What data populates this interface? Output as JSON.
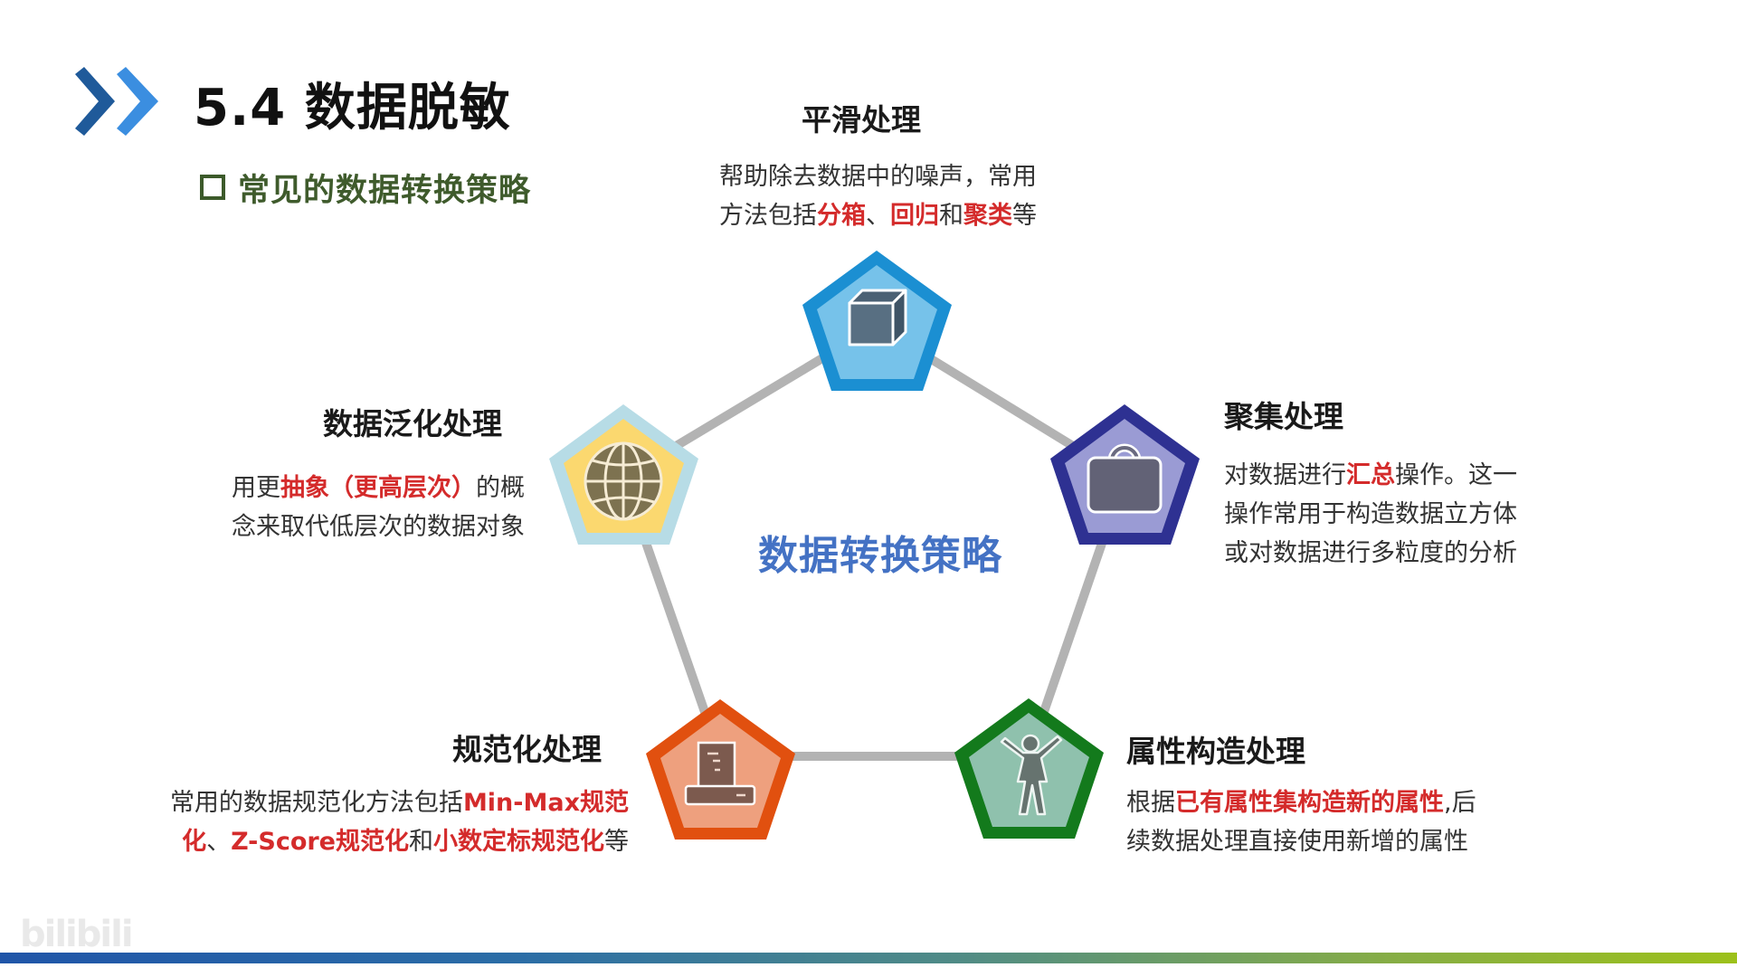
{
  "header": {
    "title": "5.4 数据脱敏",
    "subtitle": "常见的数据转换策略",
    "chevron_icon": "double-chevron-right-icon"
  },
  "diagram": {
    "center_label": "数据转换策略",
    "line_color": "#b3b3b3",
    "nodes": [
      {
        "id": "smoothing",
        "title": "平滑处理",
        "icon": "cube-icon",
        "outer_color": "#1b8fd2",
        "inner_color": "#76c2ea",
        "desc_lines": [
          [
            {
              "t": "帮助除去数据中的噪声，常用",
              "hl": false
            }
          ],
          [
            {
              "t": "方法包括",
              "hl": false
            },
            {
              "t": "分箱",
              "hl": true
            },
            {
              "t": "、",
              "hl": false
            },
            {
              "t": "回归",
              "hl": true
            },
            {
              "t": "和",
              "hl": false
            },
            {
              "t": "聚类",
              "hl": true
            },
            {
              "t": "等",
              "hl": false
            }
          ]
        ]
      },
      {
        "id": "aggregation",
        "title": "聚集处理",
        "icon": "briefcase-icon",
        "outer_color": "#2e3192",
        "inner_color": "#9a9bd4",
        "desc_lines": [
          [
            {
              "t": "对数据进行",
              "hl": false
            },
            {
              "t": "汇总",
              "hl": true
            },
            {
              "t": "操作。这一",
              "hl": false
            }
          ],
          [
            {
              "t": "操作常用于构造数据立方体",
              "hl": false
            }
          ],
          [
            {
              "t": "或对数据进行多粒度的分析",
              "hl": false
            }
          ]
        ]
      },
      {
        "id": "attribute-construction",
        "title": "属性构造处理",
        "icon": "person-icon",
        "outer_color": "#137a1c",
        "inner_color": "#8fc1ad",
        "desc_lines": [
          [
            {
              "t": "根据",
              "hl": false
            },
            {
              "t": "已有属性集构造新的属性",
              "hl": true
            },
            {
              "t": ",后",
              "hl": false
            }
          ],
          [
            {
              "t": "续数据处理直接使用新增的属性",
              "hl": false
            }
          ]
        ]
      },
      {
        "id": "normalization",
        "title": "规范化处理",
        "icon": "computer-icon",
        "outer_color": "#e1500f",
        "inner_color": "#eea07e",
        "desc_lines": [
          [
            {
              "t": "常用的数据规范化方法包括",
              "hl": false
            },
            {
              "t": "Min-Max规范",
              "hl": true
            }
          ],
          [
            {
              "t": "化",
              "hl": true
            },
            {
              "t": "、",
              "hl": false
            },
            {
              "t": "Z-Score规范化",
              "hl": true
            },
            {
              "t": "和",
              "hl": false
            },
            {
              "t": "小数定标规范化",
              "hl": true
            },
            {
              "t": "等",
              "hl": false
            }
          ]
        ]
      },
      {
        "id": "generalization",
        "title": "数据泛化处理",
        "icon": "globe-icon",
        "outer_color": "#b7dce6",
        "inner_color": "#fbd86f",
        "desc_lines": [
          [
            {
              "t": "用更",
              "hl": false
            },
            {
              "t": "抽象（更高层次）",
              "hl": true
            },
            {
              "t": "的概",
              "hl": false
            }
          ],
          [
            {
              "t": "念来取代低层次的数据对象",
              "hl": false
            }
          ]
        ]
      }
    ]
  },
  "footer": {
    "watermark": "bilibili",
    "bar_gradient": [
      "#1f55a8",
      "#9cc11a"
    ]
  }
}
